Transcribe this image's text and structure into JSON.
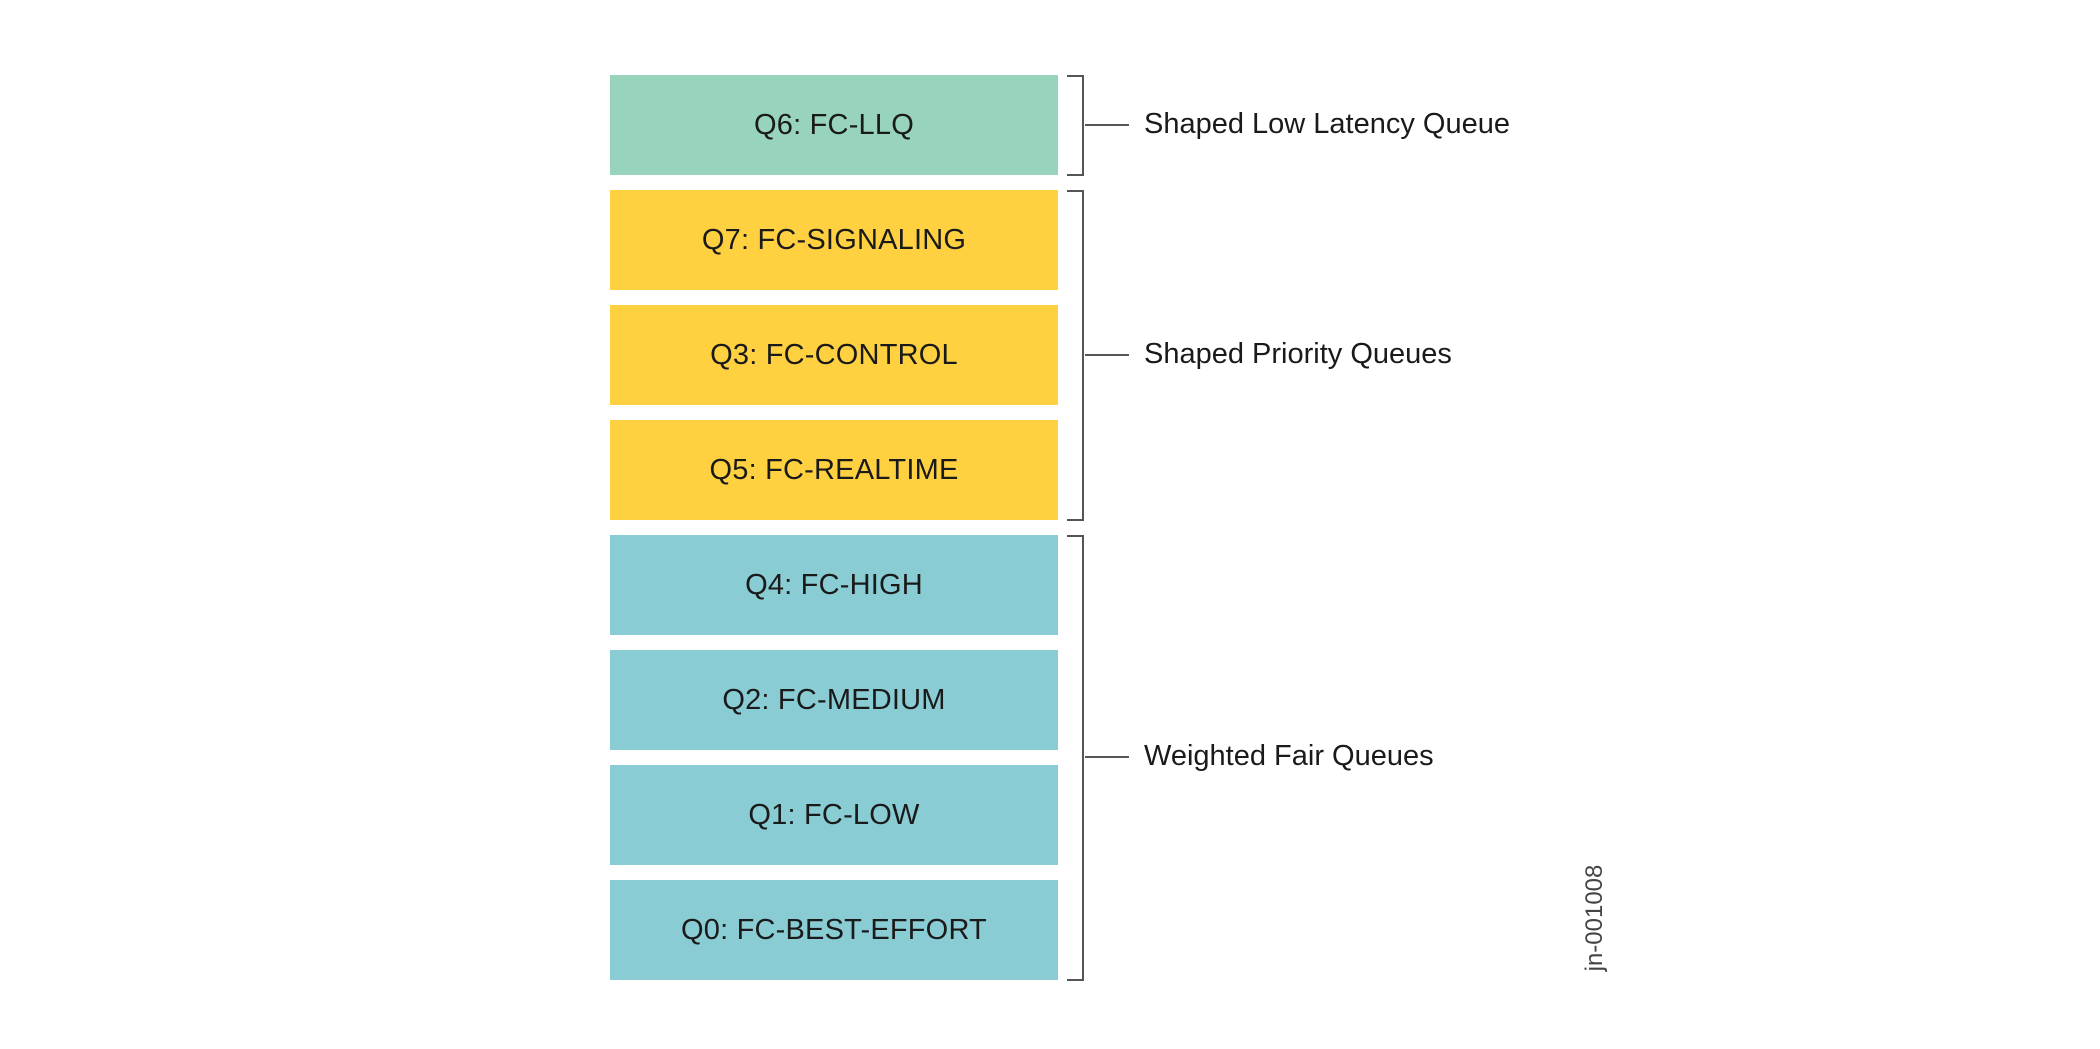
{
  "colors": {
    "llq": "#97d4bb",
    "priority": "#ffd140",
    "weighted_fair": "#89ccd4",
    "bracket": "#555555",
    "text": "#1a1a1a"
  },
  "queues": [
    {
      "label": "Q6: FC-LLQ",
      "group": "llq"
    },
    {
      "label": "Q7: FC-SIGNALING",
      "group": "priority"
    },
    {
      "label": "Q3: FC-CONTROL",
      "group": "priority"
    },
    {
      "label": "Q5: FC-REALTIME",
      "group": "priority"
    },
    {
      "label": "Q4: FC-HIGH",
      "group": "weighted_fair"
    },
    {
      "label": "Q2: FC-MEDIUM",
      "group": "weighted_fair"
    },
    {
      "label": "Q1: FC-LOW",
      "group": "weighted_fair"
    },
    {
      "label": "Q0: FC-BEST-EFFORT",
      "group": "weighted_fair"
    }
  ],
  "groups": [
    {
      "id": "llq",
      "label": "Shaped Low Latency Queue"
    },
    {
      "id": "priority",
      "label": "Shaped Priority Queues"
    },
    {
      "id": "weighted_fair",
      "label": "Weighted Fair Queues"
    }
  ],
  "figure_id": "jn-001008"
}
